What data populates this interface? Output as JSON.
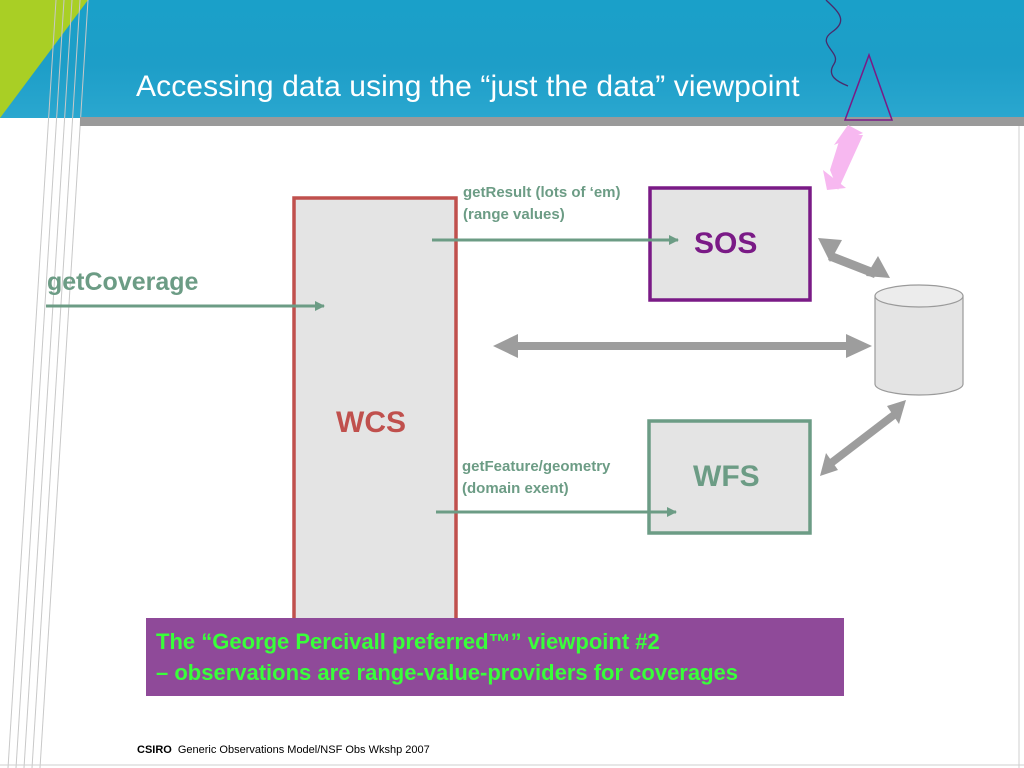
{
  "slide": {
    "title": "Accessing data using the “just the data” viewpoint"
  },
  "diagram": {
    "wcs_label": "WCS",
    "sos_label": "SOS",
    "wfs_label": "WFS",
    "get_coverage": "getCoverage",
    "get_result": [
      "getResult (lots of ‘em)",
      "(range values)"
    ],
    "get_feature": [
      "getFeature/geometry",
      "(domain exent)"
    ]
  },
  "callout": {
    "line1": "The “George Percivall preferred™” viewpoint #2",
    "line2": "– observations are range-value-providers for coverages"
  },
  "footer": {
    "org": "CSIRO",
    "text": "Generic Observations Model/NSF Obs Wkshp 2007"
  },
  "colors": {
    "header_blue": "#1d9ec8",
    "accent_green": "#a9cf25",
    "wcs_red": "#c0504d",
    "sos_purple": "#7a1a86",
    "wfs_green": "#6c9c85",
    "callout_purple": "#8f4a99",
    "callout_text": "#39ff3a"
  }
}
